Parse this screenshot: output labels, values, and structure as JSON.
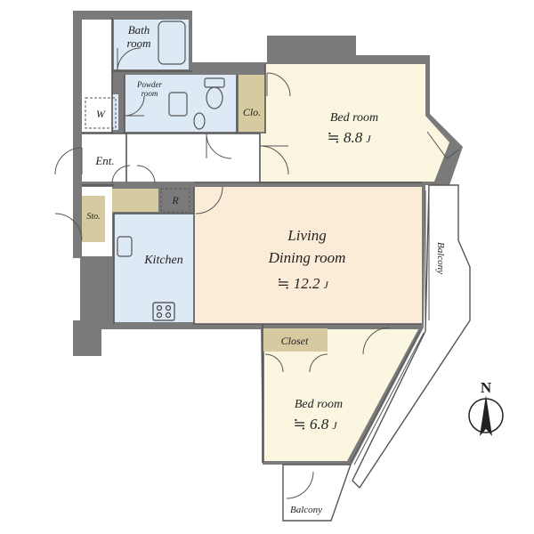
{
  "rooms": {
    "bath": {
      "line1": "Bath",
      "line2": "room"
    },
    "powder": {
      "line1": "Powder",
      "line2": "room"
    },
    "washer": {
      "label": "W"
    },
    "closet_small": {
      "label": "Clo."
    },
    "bedroom1": {
      "label": "Bed room",
      "area": "≒ 8.8",
      "unit": "J"
    },
    "entrance": {
      "label": "Ent."
    },
    "refrigerator": {
      "label": "R"
    },
    "storage": {
      "label": "Sto."
    },
    "kitchen": {
      "label": "Kitchen"
    },
    "living": {
      "line1": "Living",
      "line2": "Dining room",
      "area": "≒ 12.2",
      "unit": "J"
    },
    "closet": {
      "label": "Closet"
    },
    "bedroom2": {
      "label": "Bed room",
      "area": "≒ 6.8",
      "unit": "J"
    },
    "balcony_right": {
      "label": "Balcony"
    },
    "balcony_bottom": {
      "label": "Balcony"
    }
  },
  "compass": {
    "label": "N"
  },
  "colors": {
    "wet_area": "#dde9f5",
    "room_floor": "#fbf6e0",
    "living_floor": "#fbecd8",
    "storage": "#d6cba0",
    "wall": "#7a7a7a"
  }
}
